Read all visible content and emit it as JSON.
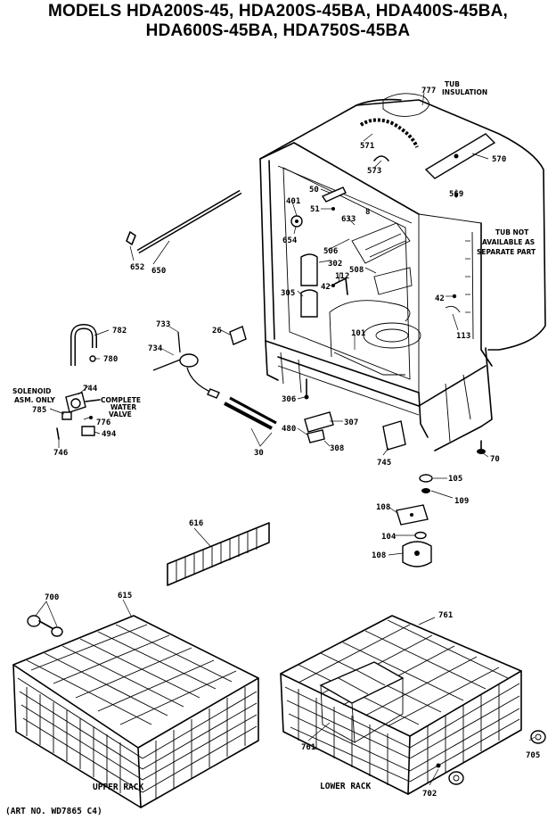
{
  "header": {
    "line1": "MODELS HDA200S-45, HDA200S-45BA, HDA400S-45BA,",
    "line2": "HDA600S-45BA, HDA750S-45BA"
  },
  "notes": {
    "tub_insulation_1": "TUB",
    "tub_insulation_2": "INSULATION",
    "tub_not_available_1": "TUB NOT",
    "tub_not_available_2": "AVAILABLE AS",
    "tub_not_available_3": "SEPARATE PART",
    "solenoid_1": "SOLENOID",
    "solenoid_2": "ASM. ONLY",
    "complete_valve_1": "COMPLETE",
    "complete_valve_2": "WATER",
    "complete_valve_3": "VALVE"
  },
  "captions": {
    "upper_rack": "UPPER RACK",
    "lower_rack": "LOWER RACK",
    "art_no": "(ART NO. WD7865 C4)"
  },
  "part_numbers": [
    {
      "id": "777",
      "label": "777"
    },
    {
      "id": "571",
      "label": "571"
    },
    {
      "id": "573",
      "label": "573"
    },
    {
      "id": "570",
      "label": "570"
    },
    {
      "id": "569",
      "label": "569"
    },
    {
      "id": "50",
      "label": "50"
    },
    {
      "id": "51",
      "label": "51"
    },
    {
      "id": "401",
      "label": "401"
    },
    {
      "id": "8",
      "label": "8"
    },
    {
      "id": "633",
      "label": "633"
    },
    {
      "id": "654",
      "label": "654"
    },
    {
      "id": "506",
      "label": "506"
    },
    {
      "id": "302",
      "label": "302"
    },
    {
      "id": "508",
      "label": "508"
    },
    {
      "id": "112",
      "label": "112"
    },
    {
      "id": "305",
      "label": "305"
    },
    {
      "id": "42a",
      "label": "42"
    },
    {
      "id": "42b",
      "label": "42"
    },
    {
      "id": "101",
      "label": "101"
    },
    {
      "id": "113",
      "label": "113"
    },
    {
      "id": "652",
      "label": "652"
    },
    {
      "id": "650",
      "label": "650"
    },
    {
      "id": "782",
      "label": "782"
    },
    {
      "id": "780",
      "label": "780"
    },
    {
      "id": "733",
      "label": "733"
    },
    {
      "id": "734",
      "label": "734"
    },
    {
      "id": "26",
      "label": "26"
    },
    {
      "id": "744",
      "label": "744"
    },
    {
      "id": "785",
      "label": "785"
    },
    {
      "id": "776",
      "label": "776"
    },
    {
      "id": "494",
      "label": "494"
    },
    {
      "id": "746",
      "label": "746"
    },
    {
      "id": "306",
      "label": "306"
    },
    {
      "id": "307",
      "label": "307"
    },
    {
      "id": "480",
      "label": "480"
    },
    {
      "id": "308",
      "label": "308"
    },
    {
      "id": "745",
      "label": "745"
    },
    {
      "id": "30",
      "label": "30"
    },
    {
      "id": "70",
      "label": "70"
    },
    {
      "id": "105",
      "label": "105"
    },
    {
      "id": "109",
      "label": "109"
    },
    {
      "id": "108a",
      "label": "108"
    },
    {
      "id": "104",
      "label": "104"
    },
    {
      "id": "108b",
      "label": "108"
    },
    {
      "id": "616",
      "label": "616"
    },
    {
      "id": "700",
      "label": "700"
    },
    {
      "id": "615",
      "label": "615"
    },
    {
      "id": "761a",
      "label": "761"
    },
    {
      "id": "761b",
      "label": "761"
    },
    {
      "id": "705",
      "label": "705"
    },
    {
      "id": "702",
      "label": "702"
    }
  ]
}
